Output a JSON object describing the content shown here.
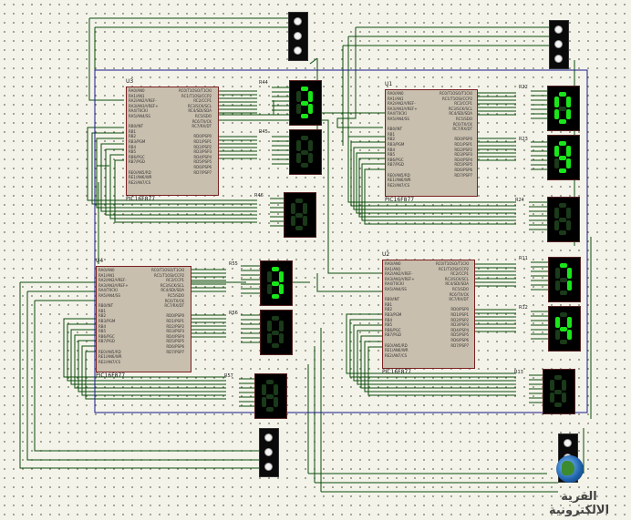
{
  "app": {
    "name": "Proteus ISIS schematic canvas"
  },
  "colors": {
    "background": "#f3f3ea",
    "wire": "#0b4d0b",
    "frame": "#1a1a8c",
    "chip_fill": "#c9bfae",
    "chip_border": "#7a2020",
    "segment_lit": "#19e619",
    "segment_dim": "#1a3a1a"
  },
  "chips": [
    {
      "ref": "U3",
      "part": "PIC16F877",
      "footer": "<TEXT>"
    },
    {
      "ref": "U1",
      "part": "PIC16F877",
      "footer": "<TEXT>"
    },
    {
      "ref": "U4",
      "part": "PIC16F877",
      "footer": "<TEXT>"
    },
    {
      "ref": "U2",
      "part": "PIC16F877",
      "footer": "<TEXT>"
    }
  ],
  "pin_text": {
    "left": "RA0/AN0\nRA1/AN1\nRA2/AN2/VREF-\nRA3/AN3/VREF+\nRA4/T0CKI\nRA5/AN4/SS\n\nRB0/INT\nRB1\nRB2\nRB3/PGM\nRB4\nRB5\nRB6/PGC\nRB7/PGD\n\nRE0/AN5/RD\nRE1/AN6/WR\nRE2/AN7/CS",
    "right": "RC0/T1OSO/T1CKI\nRC1/T1OSI/CCP2\nRC2/CCP1\nRC3/SCK/SCL\nRC4/SDI/SDA\nRC5/SDO\nRC6/TX/CK\nRC7/RX/DT\n\nRD0/PSP0\nRD1/PSP1\nRD2/PSP2\nRD3/PSP3\nRD4/PSP4\nRD5/PSP5\nRD6/PSP6\nRD7/PSP7"
  },
  "displays": [
    {
      "id": "d-u3-a",
      "digit": "3",
      "resistor": "R44"
    },
    {
      "id": "d-u3-b",
      "digit": "8",
      "resistor": "R45"
    },
    {
      "id": "d-u3-c",
      "digit": "8",
      "resistor": "R46"
    },
    {
      "id": "d-u1-a",
      "digit": "0",
      "resistor": "R22"
    },
    {
      "id": "d-u1-b",
      "digit": "9",
      "resistor": "R23"
    },
    {
      "id": "d-u1-c",
      "digit": "8",
      "resistor": "R24"
    },
    {
      "id": "d-u4-a",
      "digit": "3",
      "resistor": "R55"
    },
    {
      "id": "d-u4-b",
      "digit": "8",
      "resistor": "R56"
    },
    {
      "id": "d-u4-c",
      "digit": "8",
      "resistor": "R57"
    },
    {
      "id": "d-u2-a",
      "digit": "7",
      "resistor": "R11"
    },
    {
      "id": "d-u2-b",
      "digit": "4",
      "resistor": "R12"
    },
    {
      "id": "d-u2-c",
      "digit": "8",
      "resistor": "R13"
    }
  ],
  "traffic_lights": [
    {
      "name": "traffic-light-top-left"
    },
    {
      "name": "traffic-light-top-right"
    },
    {
      "name": "traffic-light-bottom-left"
    },
    {
      "name": "traffic-light-bottom-right"
    }
  ],
  "logo": {
    "text": "القرية الالكترونية",
    "icon": "globe-icon"
  }
}
